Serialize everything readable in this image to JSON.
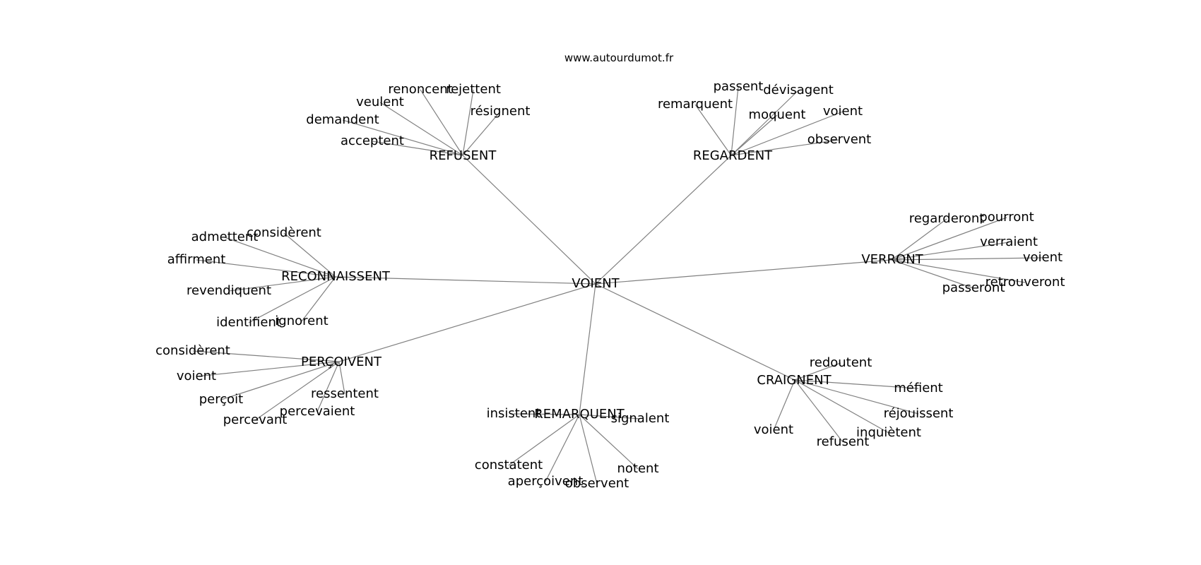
{
  "site": "www.autourdumot.fr",
  "center": "VOIENT",
  "clusters": [
    {
      "label": "REFUSENT",
      "children": [
        "renoncent",
        "rejettent",
        "veulent",
        "résignent",
        "demandent",
        "acceptent"
      ]
    },
    {
      "label": "REGARDENT",
      "children": [
        "passent",
        "dévisagent",
        "remarquent",
        "moquent",
        "voient",
        "observent"
      ]
    },
    {
      "label": "RECONNAISSENT",
      "children": [
        "admettent",
        "considèrent",
        "affirment",
        "revendiquent",
        "identifient",
        "ignorent"
      ]
    },
    {
      "label": "VERRONT",
      "children": [
        "regarderont",
        "pourront",
        "verraient",
        "voient",
        "passeront",
        "retrouveront"
      ]
    },
    {
      "label": "PERÇOIVENT",
      "children": [
        "considèrent",
        "voient",
        "perçoit",
        "ressentent",
        "percevaient",
        "percevant"
      ]
    },
    {
      "label": "REMARQUENT",
      "children": [
        "insistent",
        "signalent",
        "constatent",
        "aperçoivent",
        "observent",
        "notent"
      ]
    },
    {
      "label": "CRAIGNENT",
      "children": [
        "redoutent",
        "méfient",
        "réjouissent",
        "voient",
        "refusent",
        "inquiètent"
      ]
    }
  ]
}
